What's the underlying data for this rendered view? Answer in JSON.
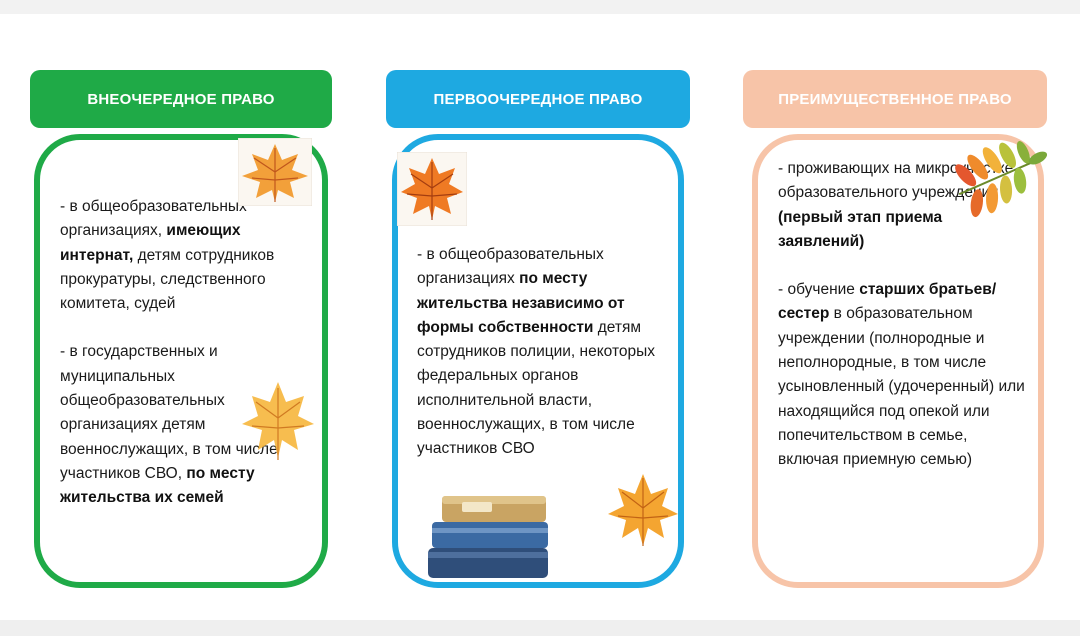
{
  "columns": [
    {
      "header": "ВНЕОЧЕРЕДНОЕ ПРАВО",
      "color": "#1faa47",
      "paragraphs": [
        [
          {
            "t": "- в общеобразовательных организациях, "
          },
          {
            "t": "имеющих интернат,",
            "b": true
          },
          {
            "t": " детям сотрудников прокуратуры, следственного комитета, судей"
          }
        ],
        [
          {
            "t": "- в государственных и муниципальных общеобразовательных организациях детям военнослужащих, в том числе участников СВО, "
          },
          {
            "t": "по месту жительства их семей",
            "b": true
          }
        ]
      ]
    },
    {
      "header": "ПЕРВООЧЕРЕДНОЕ ПРАВО",
      "color": "#1ea9e1",
      "paragraphs": [
        [
          {
            "t": "- в общеобразовательных организациях "
          },
          {
            "t": "по месту жительства независимо от формы собственности",
            "b": true
          },
          {
            "t": " детям сотрудников полиции, некоторых федеральных органов исполнительной власти, военнослужащих, в том числе участников СВО"
          }
        ]
      ]
    },
    {
      "header": "ПРЕИМУЩЕСТВЕННОЕ ПРАВО",
      "color": "#f7c4a8",
      "paragraphs": [
        [
          {
            "t": "- проживающих на микроучастке образовательного учреждения "
          },
          {
            "t": "(первый этап приема заявлений)",
            "b": true
          }
        ],
        [
          {
            "t": "- обучение "
          },
          {
            "t": "старших братьев/сестер",
            "b": true
          },
          {
            "t": " в образовательном учреждении (полнородные и неполнородные, в том числе усыновленный (удочеренный) или находящийся под опекой или попечительством в семье, включая приемную семью)"
          }
        ]
      ]
    }
  ]
}
